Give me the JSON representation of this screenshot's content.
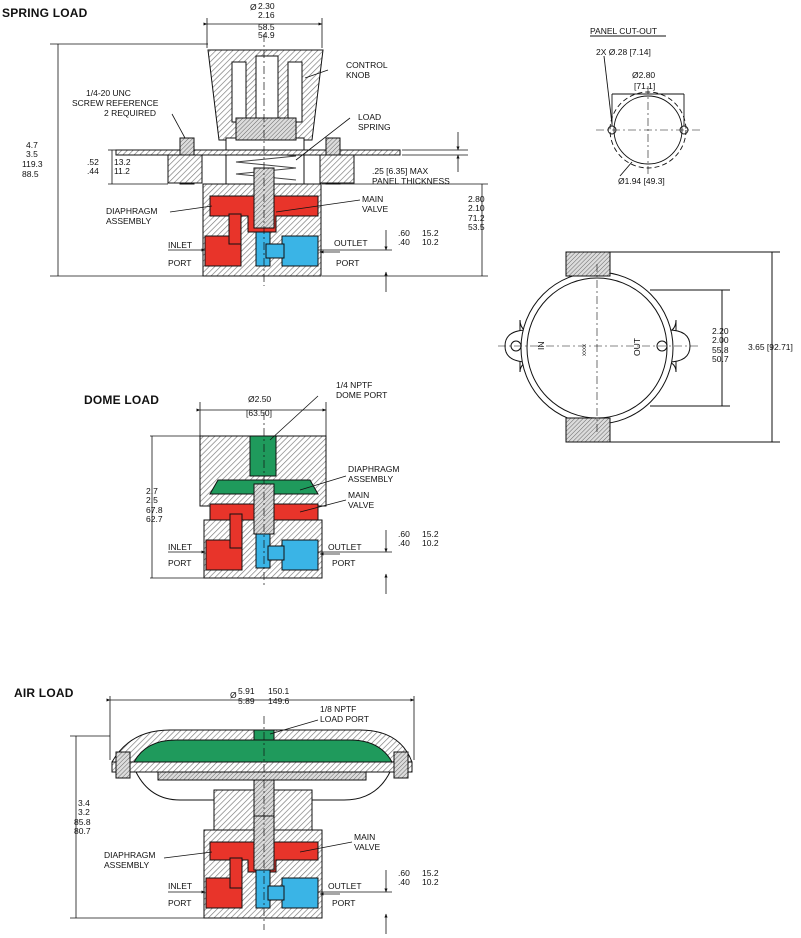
{
  "sections": {
    "spring_load": "SPRING LOAD",
    "dome_load": "DOME LOAD",
    "air_load": "AIR LOAD"
  },
  "spring": {
    "dia_top_a": "2.30",
    "dia_top_b": "2.16",
    "dia_top_mm_a": "58.5",
    "dia_top_mm_b": "54.9",
    "control_knob_1": "CONTROL",
    "control_knob_2": "KNOB",
    "load_spring_1": "LOAD",
    "load_spring_2": "SPRING",
    "screw_ref_1": "1/4-20 UNC",
    "screw_ref_2": "SCREW REFERENCE",
    "screw_ref_3": "2 REQUIRED",
    "h_in_a": "4.7",
    "h_in_b": "3.5",
    "h_mm_a": "119.3",
    "h_mm_b": "88.5",
    "flange_in_a": ".52",
    "flange_in_b": ".44",
    "flange_mm_a": "13.2",
    "flange_mm_b": "11.2",
    "panel_thk_1": ".25 [6.35] MAX",
    "panel_thk_2": "PANEL THICKNESS",
    "main_valve_1": "MAIN",
    "main_valve_2": "VALVE",
    "diaphragm_1": "DIAPHRAGM",
    "diaphragm_2": "ASSEMBLY",
    "h2_in_a": "2.80",
    "h2_in_b": "2.10",
    "h2_mm_a": "71.2",
    "h2_mm_b": "53.5",
    "inlet_1": "INLET",
    "inlet_2": "PORT",
    "outlet_1": "OUTLET",
    "outlet_2": "PORT",
    "port_in_a": ".60",
    "port_in_b": ".40",
    "port_mm_a": "15.2",
    "port_mm_b": "10.2"
  },
  "panel": {
    "title": "PANEL CUT-OUT",
    "holes": "2X Ø.28 [7.14]",
    "bolt_circle": "Ø2.80",
    "bolt_circle_mm": "[71.1]",
    "bore": "Ø1.94 [49.3]"
  },
  "top_view": {
    "in_label": "IN",
    "out_label": "OUT",
    "center_mark": "xxxx",
    "w_in_a": "2.20",
    "w_in_b": "2.00",
    "w_mm_a": "55.8",
    "w_mm_b": "50.7",
    "overall": "3.65 [92.71]"
  },
  "dome": {
    "dia": "Ø2.50",
    "dia_mm": "[63.50]",
    "port_1": "1/4 NPTF",
    "port_2": "DOME PORT",
    "diaphragm_1": "DIAPHRAGM",
    "diaphragm_2": "ASSEMBLY",
    "main_valve_1": "MAIN",
    "main_valve_2": "VALVE",
    "h_in_a": "2.7",
    "h_in_b": "2.5",
    "h_mm_a": "67.8",
    "h_mm_b": "62.7",
    "inlet_1": "INLET",
    "inlet_2": "PORT",
    "outlet_1": "OUTLET",
    "outlet_2": "PORT",
    "port_in_a": ".60",
    "port_in_b": ".40",
    "port_mm_a": "15.2",
    "port_mm_b": "10.2"
  },
  "air": {
    "dia_sym": "Ø",
    "dia_in_a": "5.91",
    "dia_in_b": "5.89",
    "dia_mm_a": "150.1",
    "dia_mm_b": "149.6",
    "port_1": "1/8 NPTF",
    "port_2": "LOAD PORT",
    "h_in_a": "3.4",
    "h_in_b": "3.2",
    "h_mm_a": "85.8",
    "h_mm_b": "80.7",
    "main_valve_1": "MAIN",
    "main_valve_2": "VALVE",
    "diaphragm_1": "DIAPHRAGM",
    "diaphragm_2": "ASSEMBLY",
    "inlet_1": "INLET",
    "inlet_2": "PORT",
    "outlet_1": "OUTLET",
    "outlet_2": "PORT",
    "port_in_a": ".60",
    "port_in_b": ".40",
    "port_mm_a": "15.2",
    "port_mm_b": "10.2"
  },
  "colors": {
    "red": "#e8342a",
    "blue": "#3ab4e6",
    "green": "#1f9a5c",
    "hatch": "#777777",
    "line": "#111111"
  }
}
